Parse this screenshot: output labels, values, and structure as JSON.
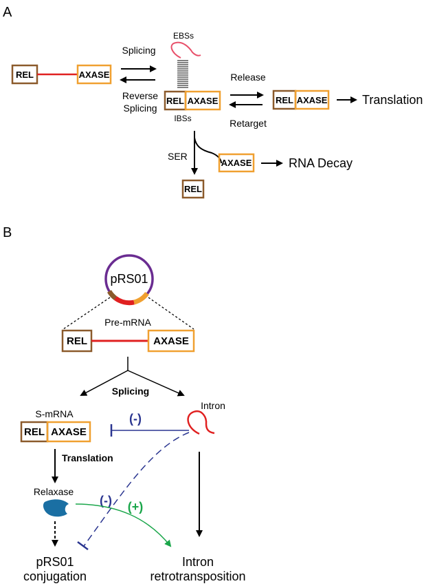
{
  "panel_a": {
    "label": "A",
    "rel": "REL",
    "axase": "AXASE",
    "splicing": "Splicing",
    "reverse_splicing_1": "Reverse",
    "reverse_splicing_2": "Splicing",
    "ebss": "EBSs",
    "ibss": "IBSs",
    "release": "Release",
    "retarget": "Retarget",
    "translation": "Translation",
    "ser": "SER",
    "rna_decay": "RNA Decay"
  },
  "panel_b": {
    "label": "B",
    "plasmid": "pRS01",
    "pre_mrna": "Pre-mRNA",
    "rel": "REL",
    "axase": "AXASE",
    "splicing": "Splicing",
    "s_mrna": "S-mRNA",
    "intron": "Intron",
    "translation": "Translation",
    "relaxase": "Relaxase",
    "neg_inhibition_1": "(-)",
    "neg_inhibition_2": "(-)",
    "pos_effect": "(+)",
    "conjugation_1": "pRS01",
    "conjugation_2": "conjugation",
    "retro_1": "Intron",
    "retro_2": "retrotransposition"
  },
  "colors": {
    "rel_border": "#8b5a2b",
    "axase_border": "#f0a030",
    "intron_red": "#e02020",
    "ebs_pink": "#e8506a",
    "plasmid_purple": "#6a2c91",
    "inhibit_blue": "#2a3590",
    "activate_green": "#1aa64a",
    "relaxase_blue": "#1a6fa3"
  }
}
